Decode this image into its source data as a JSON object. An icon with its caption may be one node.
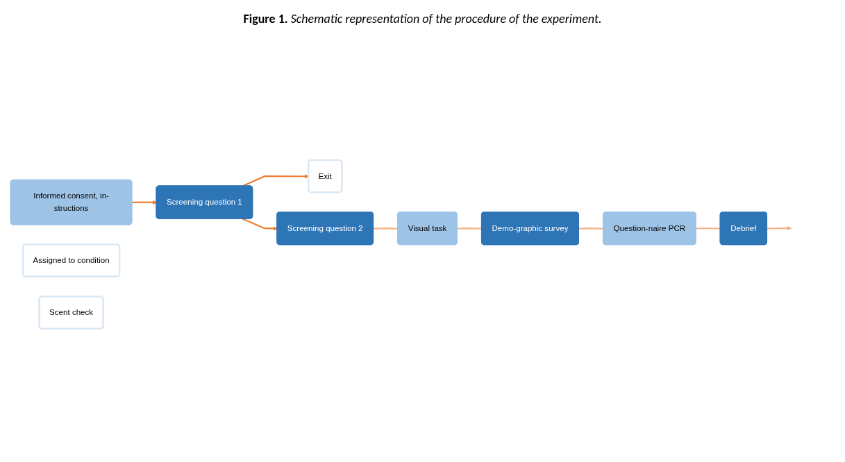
{
  "diagram": {
    "caption": "**Figure 1.** *Schematic  representation of the procedure of the experiment.*",
    "nodes": [
      {
        "text": [
          "Informed consent, in-structions"
        ]
      },
      {
        "text": [
          "Screening question 1"
        ]
      },
      {
        "text": [
          "Exit"
        ]
      },
      {
        "text": [
          "Screening question 2"
        ]
      },
      {
        "text": [
          "Visual task"
        ]
      },
      {
        "text": [
          "Demo-graphic survey"
        ]
      },
      {
        "text": [
          "Question-naire PCR"
        ]
      },
      {
        "text": [
          "Debrief"
        ]
      },
      {
        "text": [
          "Assigned to condition"
        ]
      },
      {
        "text": [
          "Scent check"
        ]
      }
    ],
    "edges": [
      {
        "from": 0,
        "to": 1,
        "arrow": "to",
        "color": "#ed7d31"
      },
      {
        "from": 1,
        "to": 2,
        "arrow": "to",
        "color": "#ed7d31"
      },
      {
        "from": 1,
        "to": 3,
        "arrow": "to",
        "color": "#ed7d31"
      },
      {
        "from": 3,
        "to": 4,
        "arrow": "none",
        "color": "#f4b183"
      },
      {
        "from": 4,
        "to": 5,
        "arrow": "none",
        "color": "#f4b183"
      },
      {
        "from": 5,
        "to": 6,
        "arrow": "none",
        "color": "#f4b183"
      },
      {
        "from": 6,
        "to": 7,
        "arrow": "none",
        "color": "#f4b183"
      },
      {
        "from": 7,
        "to": null,
        "arrow": "to",
        "color": "#f4b183"
      }
    ]
  }
}
